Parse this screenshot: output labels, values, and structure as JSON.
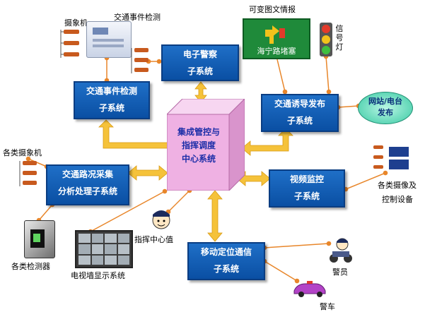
{
  "center": {
    "line1": "集成管控与",
    "line2": "指挥调度",
    "line3": "中心系统"
  },
  "subsystems": {
    "event_detect": {
      "line1": "交通事件检测",
      "line2": "子系统"
    },
    "e_police": {
      "line1": "电子警察",
      "line2": "子系统"
    },
    "guidance": {
      "line1": "交通诱导发布",
      "line2": "子系统"
    },
    "road_collect": {
      "line1": "交通路况采集",
      "line2": "分析处理子系统"
    },
    "video": {
      "line1": "视频监控",
      "line2": "子系统"
    },
    "mobile": {
      "line1": "移动定位通信",
      "line2": "子系统"
    }
  },
  "labels": {
    "camera": "摄象机",
    "event_detect_device": "交通事件检测",
    "variable_sign": "可变图文情报",
    "sign_text": "海宁路堵塞",
    "signal_light": "信号灯",
    "web_tv": "网站/电台发布",
    "all_cameras": "各类摄象机",
    "cameras_ctrl_1": "各类摄像及",
    "cameras_ctrl_2": "控制设备",
    "detectors": "各类检测器",
    "tv_wall": "电视墙显示系统",
    "duty_officer": "指挥中心值",
    "police": "警员",
    "police_car": "警车"
  },
  "colors": {
    "box_blue": "#0a4fa3",
    "arrow_yellow": "#f5c23a",
    "center_pink": "#f1b6e6",
    "sign_green": "#1f8a3a",
    "link_orange": "#e8862a"
  }
}
